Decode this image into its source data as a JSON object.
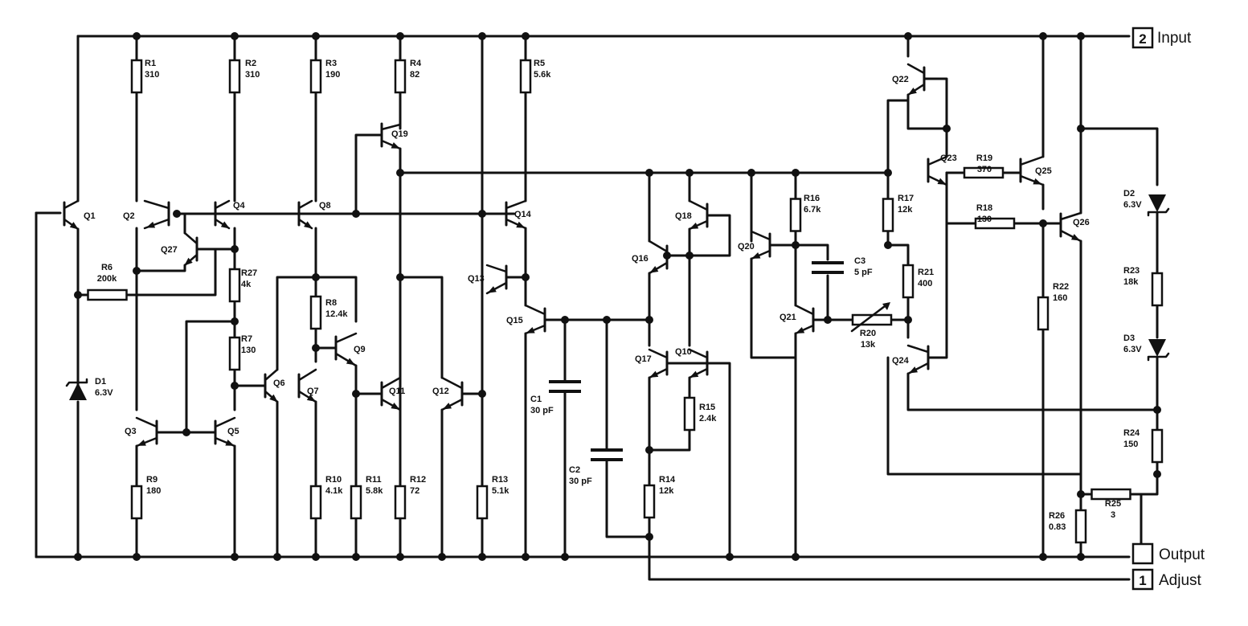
{
  "terminals": {
    "input": {
      "number": "2",
      "label": "Input"
    },
    "output": {
      "number": "",
      "label": "Output"
    },
    "adjust": {
      "number": "1",
      "label": "Adjust"
    }
  },
  "resistors": [
    {
      "id": "R1",
      "value": "310"
    },
    {
      "id": "R2",
      "value": "310"
    },
    {
      "id": "R3",
      "value": "190"
    },
    {
      "id": "R4",
      "value": "82"
    },
    {
      "id": "R5",
      "value": "5.6k"
    },
    {
      "id": "R6",
      "value": "200k"
    },
    {
      "id": "R7",
      "value": "130"
    },
    {
      "id": "R8",
      "value": "12.4k"
    },
    {
      "id": "R9",
      "value": "180"
    },
    {
      "id": "R10",
      "value": "4.1k"
    },
    {
      "id": "R11",
      "value": "5.8k"
    },
    {
      "id": "R12",
      "value": "72"
    },
    {
      "id": "R13",
      "value": "5.1k"
    },
    {
      "id": "R14",
      "value": "12k"
    },
    {
      "id": "R15",
      "value": "2.4k"
    },
    {
      "id": "R16",
      "value": "6.7k"
    },
    {
      "id": "R17",
      "value": "12k"
    },
    {
      "id": "R18",
      "value": "130"
    },
    {
      "id": "R19",
      "value": "370"
    },
    {
      "id": "R20",
      "value": "13k"
    },
    {
      "id": "R21",
      "value": "400"
    },
    {
      "id": "R22",
      "value": "160"
    },
    {
      "id": "R23",
      "value": "18k"
    },
    {
      "id": "R24",
      "value": "150"
    },
    {
      "id": "R25",
      "value": "3"
    },
    {
      "id": "R26",
      "value": "0.83"
    },
    {
      "id": "R27",
      "value": "4k"
    }
  ],
  "capacitors": [
    {
      "id": "C1",
      "value": "30 pF"
    },
    {
      "id": "C2",
      "value": "30 pF"
    },
    {
      "id": "C3",
      "value": "5 pF"
    }
  ],
  "diodes": [
    {
      "id": "D1",
      "value": "6.3V"
    },
    {
      "id": "D2",
      "value": "6.3V"
    },
    {
      "id": "D3",
      "value": "6.3V"
    }
  ],
  "transistors": [
    "Q1",
    "Q2",
    "Q3",
    "Q4",
    "Q5",
    "Q6",
    "Q7",
    "Q8",
    "Q9",
    "Q10",
    "Q11",
    "Q12",
    "Q13",
    "Q14",
    "Q15",
    "Q16",
    "Q17",
    "Q18",
    "Q19",
    "Q20",
    "Q21",
    "Q22",
    "Q23",
    "Q24",
    "Q25",
    "Q26",
    "Q27"
  ]
}
